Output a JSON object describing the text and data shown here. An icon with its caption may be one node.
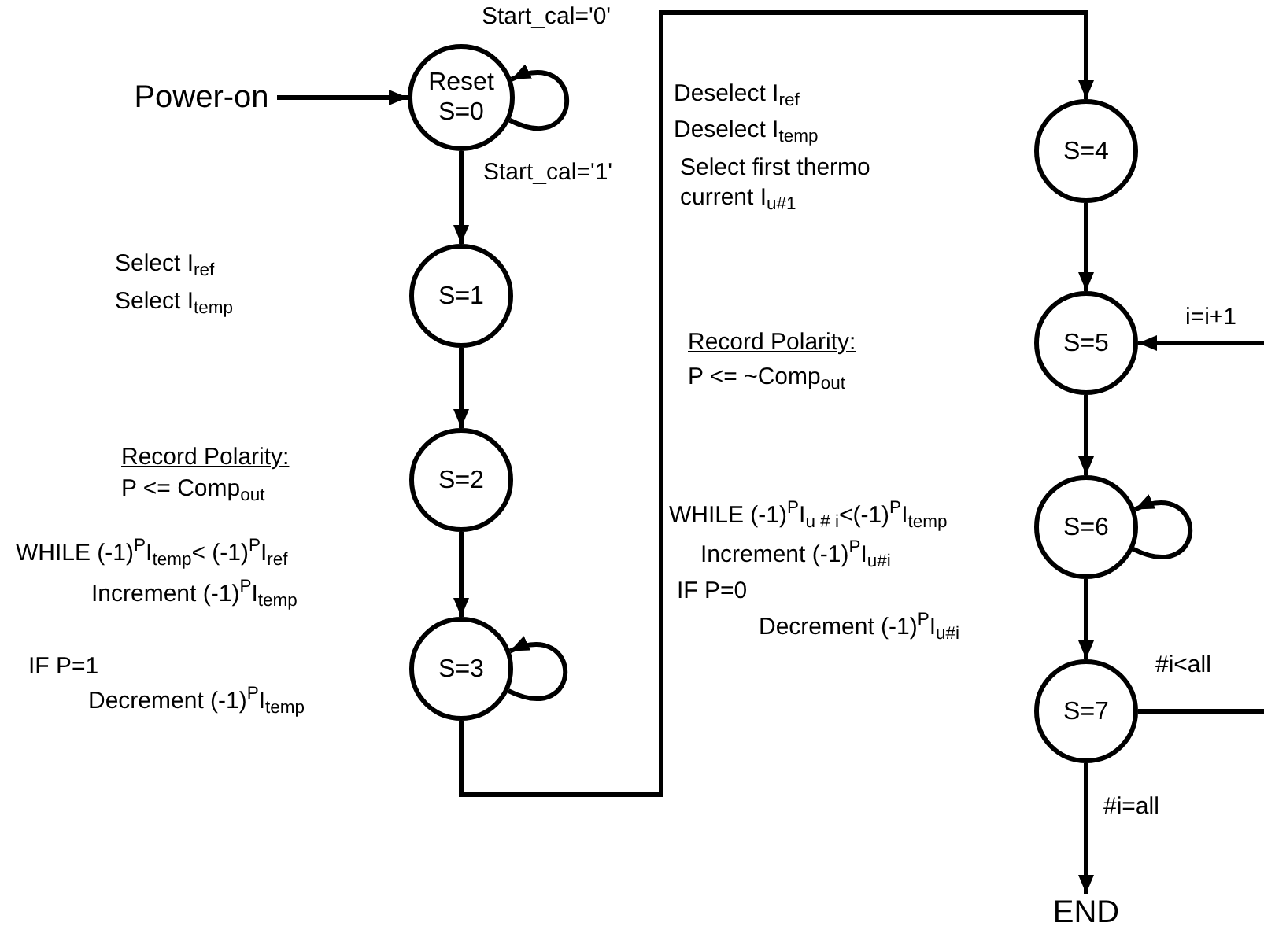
{
  "diagram": {
    "nodes": [
      {
        "text": [
          "Power-on"
        ]
      },
      {
        "text": [
          "Reset",
          "S=0"
        ]
      },
      {
        "text": [
          "S=1"
        ]
      },
      {
        "text": [
          "S=2"
        ]
      },
      {
        "text": [
          "S=3"
        ]
      },
      {
        "text": [
          "S=4"
        ]
      },
      {
        "text": [
          "S=5"
        ]
      },
      {
        "text": [
          "S=6"
        ]
      },
      {
        "text": [
          "S=7"
        ]
      },
      {
        "text": [
          "END"
        ]
      }
    ],
    "edges": [
      {
        "from": 0,
        "to": 1,
        "arrow": "to"
      },
      {
        "from": 1,
        "to": 1,
        "arrow": "to",
        "label": "Start_cal='0'"
      },
      {
        "from": 1,
        "to": 2,
        "arrow": "to",
        "label": "Start_cal='1'"
      },
      {
        "from": 2,
        "to": 3,
        "arrow": "to"
      },
      {
        "from": 3,
        "to": 4,
        "arrow": "to"
      },
      {
        "from": 4,
        "to": 4,
        "arrow": "to"
      },
      {
        "from": 4,
        "to": 5,
        "arrow": "to"
      },
      {
        "from": 5,
        "to": 6,
        "arrow": "to"
      },
      {
        "from": null,
        "to": 6,
        "arrow": "to",
        "label": "i=i+1"
      },
      {
        "from": 6,
        "to": 7,
        "arrow": "to"
      },
      {
        "from": 7,
        "to": 7,
        "arrow": "to"
      },
      {
        "from": 7,
        "to": 8,
        "arrow": "to"
      },
      {
        "from": 8,
        "to": null,
        "arrow": "none",
        "label": "#i<all"
      },
      {
        "from": 8,
        "to": 9,
        "arrow": "to",
        "label": "#i=all"
      }
    ],
    "labels": [
      "Select I$_{ref}$",
      "Select I$_{temp}$",
      "Record Polarity:",
      "P <= Comp$_{out}$",
      "WHILE (-1)$^{P}$I$_{temp}$< (-1)$^{P}$I$_{ref}$",
      "Increment (-1)$^{P}$I$_{temp}$",
      "IF P=1",
      "Decrement (-1)$^{P}$I$_{temp}$",
      "Deselect I$_{ref}$",
      "Deselect I$_{temp}$",
      "Select first thermo current I$_{u#1}$",
      "Record Polarity:",
      "P <= ~Comp$_{out}$",
      "WHILE (-1)$^{P}$I$_{u # i}$<(-1)$^{P}$I$_{temp}$",
      "Increment (-1)$^{P}$I$_{u#i}$",
      "IF P=0",
      "Decrement (-1)$^{P}$I$_{u#i}$"
    ]
  }
}
